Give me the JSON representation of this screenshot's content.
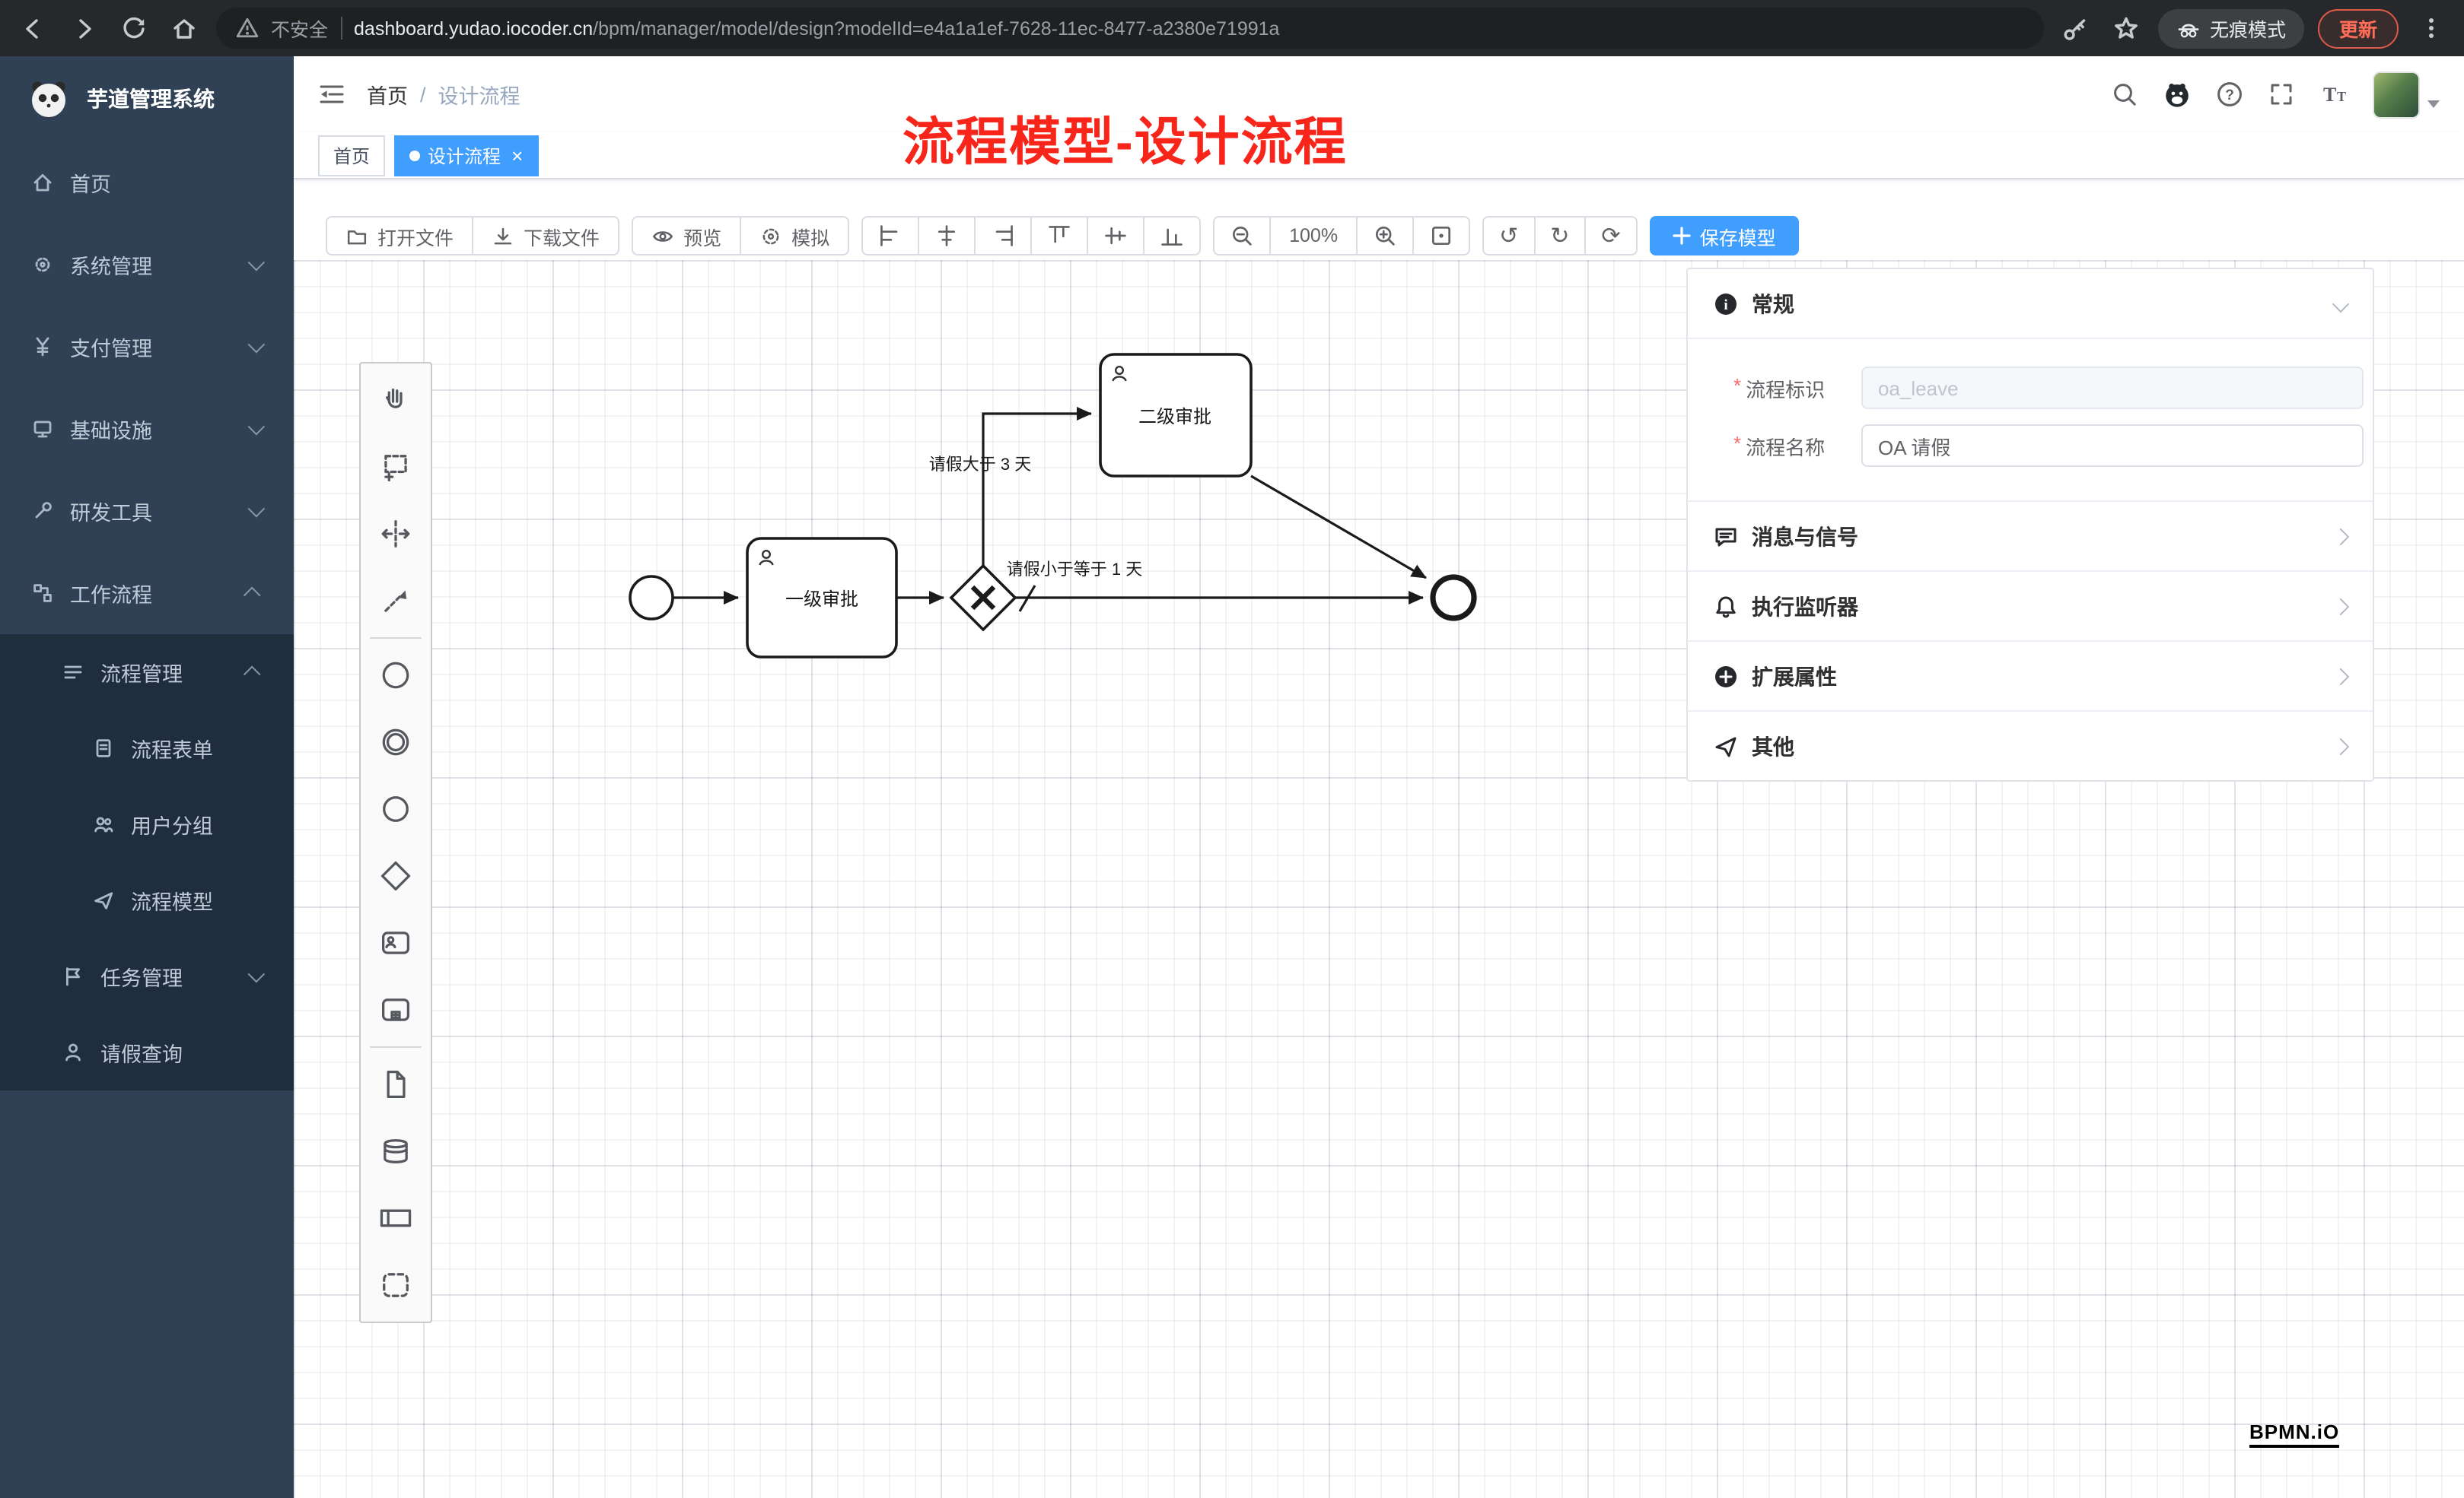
{
  "browser": {
    "security": "不安全",
    "url_host": "dashboard.yudao.iocoder.cn",
    "url_path": "/bpm/manager/model/design?modelId=e4a1a1ef-7628-11ec-8477-a2380e71991a",
    "incognito": "无痕模式",
    "update": "更新"
  },
  "sidebar": {
    "app_title": "芋道管理系统",
    "items": [
      {
        "label": "首页"
      },
      {
        "label": "系统管理"
      },
      {
        "label": "支付管理"
      },
      {
        "label": "基础设施"
      },
      {
        "label": "研发工具"
      },
      {
        "label": "工作流程"
      },
      {
        "label": "流程管理"
      },
      {
        "label": "流程表单"
      },
      {
        "label": "用户分组"
      },
      {
        "label": "流程模型"
      },
      {
        "label": "任务管理"
      },
      {
        "label": "请假查询"
      }
    ]
  },
  "header": {
    "breadcrumb_home": "首页",
    "breadcrumb_current": "设计流程"
  },
  "annotation": "流程模型-设计流程",
  "tabs": [
    {
      "label": "首页"
    },
    {
      "label": "设计流程"
    }
  ],
  "toolbar": {
    "open": "打开文件",
    "download": "下载文件",
    "preview": "预览",
    "simulate": "模拟",
    "zoom": "100%",
    "save": "保存模型"
  },
  "panel": {
    "sections": [
      {
        "label": "常规"
      },
      {
        "label": "消息与信号"
      },
      {
        "label": "执行监听器"
      },
      {
        "label": "扩展属性"
      },
      {
        "label": "其他"
      }
    ],
    "form": {
      "required_mark": "*",
      "key_label": "流程标识",
      "key_value": "oa_leave",
      "name_label": "流程名称",
      "name_value": "OA 请假"
    }
  },
  "diagram": {
    "task_level1": "一级审批",
    "task_level2": "二级审批",
    "cond_gt": "请假大于 3 天",
    "cond_le": "请假小于等于 1 天",
    "watermark": "BPMN.iO"
  },
  "icons": {
    "close": "×",
    "sep": "/",
    "undo": "↺",
    "redo": "↻",
    "refresh": "⟳"
  }
}
